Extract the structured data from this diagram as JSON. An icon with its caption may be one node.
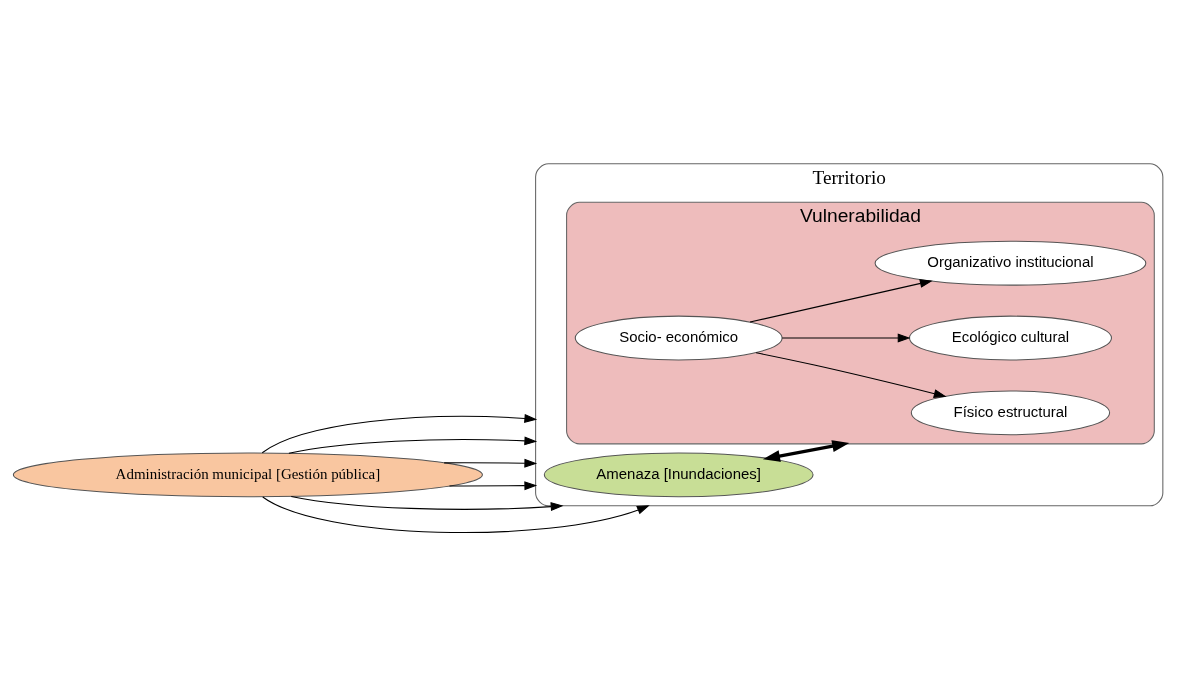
{
  "diagram": {
    "nodes": [
      {
        "text": [
          "Administración municipal [Gestión pública]"
        ]
      },
      {
        "text": [
          "Territorio"
        ]
      },
      {
        "text": [
          "Amenaza [Inundaciones]"
        ],
        "in": 1
      },
      {
        "text": [
          "Vulnerabilidad"
        ],
        "in": 1
      },
      {
        "text": [
          "Físico estructural"
        ],
        "in": 3
      },
      {
        "text": [
          "Ecológico cultural"
        ],
        "in": 3
      },
      {
        "text": [
          "Organizativo institucional"
        ],
        "in": 3
      },
      {
        "text": [
          "Socio- económico"
        ],
        "in": 3
      }
    ],
    "edges": [
      {
        "from": 0,
        "to": 1,
        "arrow": "to"
      },
      {
        "from": 0,
        "to": 1,
        "arrow": "to"
      },
      {
        "from": 0,
        "to": 1,
        "arrow": "to"
      },
      {
        "from": 0,
        "to": 1,
        "arrow": "to"
      },
      {
        "from": 0,
        "to": 1,
        "arrow": "to"
      },
      {
        "from": 0,
        "to": 1,
        "arrow": "to"
      },
      {
        "from": 2,
        "to": 3,
        "arrow": "both",
        "style": "thick"
      },
      {
        "from": 7,
        "to": 4,
        "arrow": "to"
      },
      {
        "from": 7,
        "to": 5,
        "arrow": "to"
      },
      {
        "from": 7,
        "to": 6,
        "arrow": "to"
      }
    ]
  }
}
